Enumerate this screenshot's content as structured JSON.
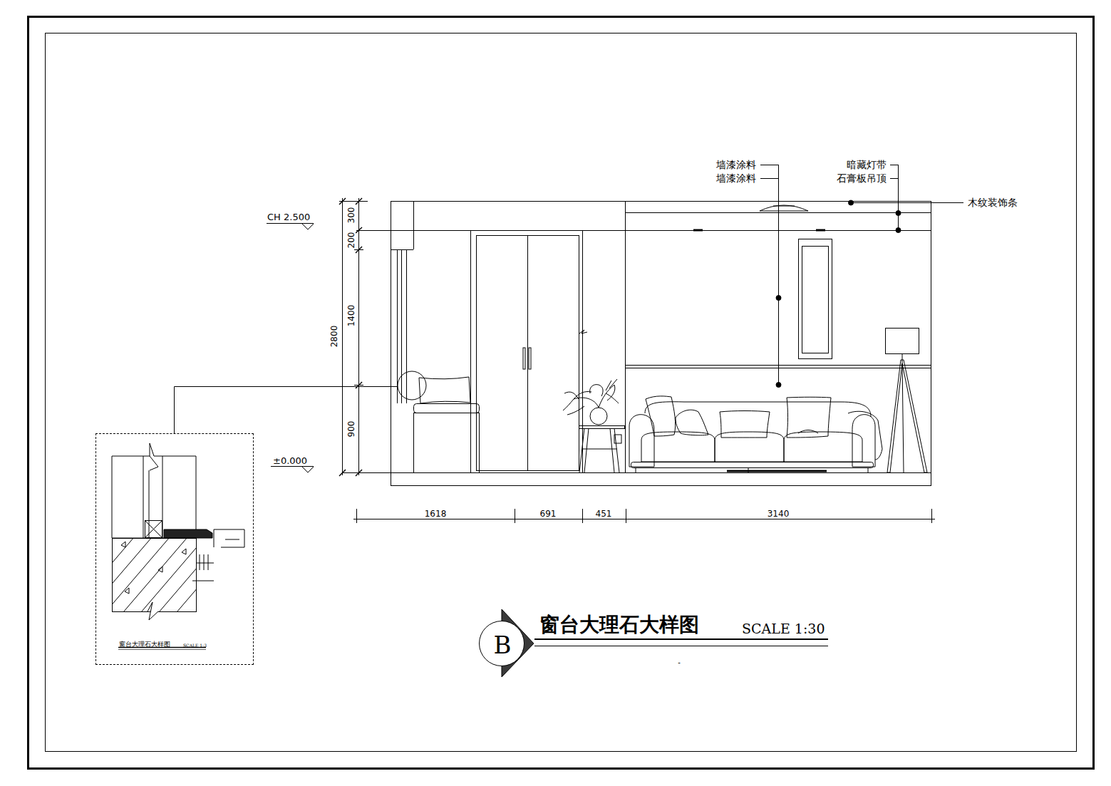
{
  "diagram": {
    "title": "窗台大理石大样图",
    "nodes": [
      {
        "text": [
          "窗台大理石大样图",
          "SCALE 1:3"
        ]
      },
      {
        "text": [
          "B"
        ]
      }
    ],
    "labels": [
      "墙漆涂料",
      "墙漆涂料",
      "暗藏灯带",
      "石膏板吊顶",
      "木纹装饰条",
      "CH 2.500",
      "300",
      "200",
      "1400",
      "2800",
      "900",
      "±0.000",
      "1618",
      "691",
      "451",
      "3140",
      "SCALE 1:30",
      "-"
    ]
  }
}
